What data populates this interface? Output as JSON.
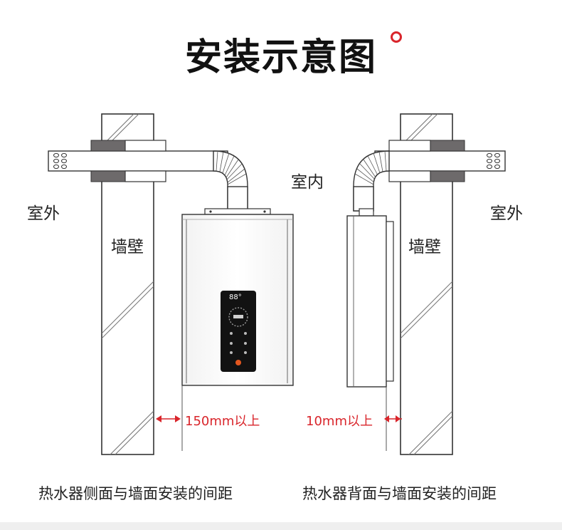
{
  "title": "安装示意图",
  "labels": {
    "outdoor_left": "室外",
    "indoor": "室内",
    "outdoor_right": "室外",
    "wall_left": "墙壁",
    "wall_right": "墙壁"
  },
  "clearances": {
    "side": "150mm以上",
    "back": "10mm以上"
  },
  "captions": {
    "left": "热水器侧面与墙面安装的间距",
    "right": "热水器背面与墙面安装的间距"
  },
  "display": {
    "temperature": "88°"
  },
  "colors": {
    "accent": "#d9252b",
    "sleeve": "#6d6a6b",
    "wall_hatch": "#777777",
    "line": "#333333"
  },
  "icons": [
    "degree-circle-icon",
    "arrow-left-icon",
    "arrow-right-icon",
    "flame-icon"
  ]
}
